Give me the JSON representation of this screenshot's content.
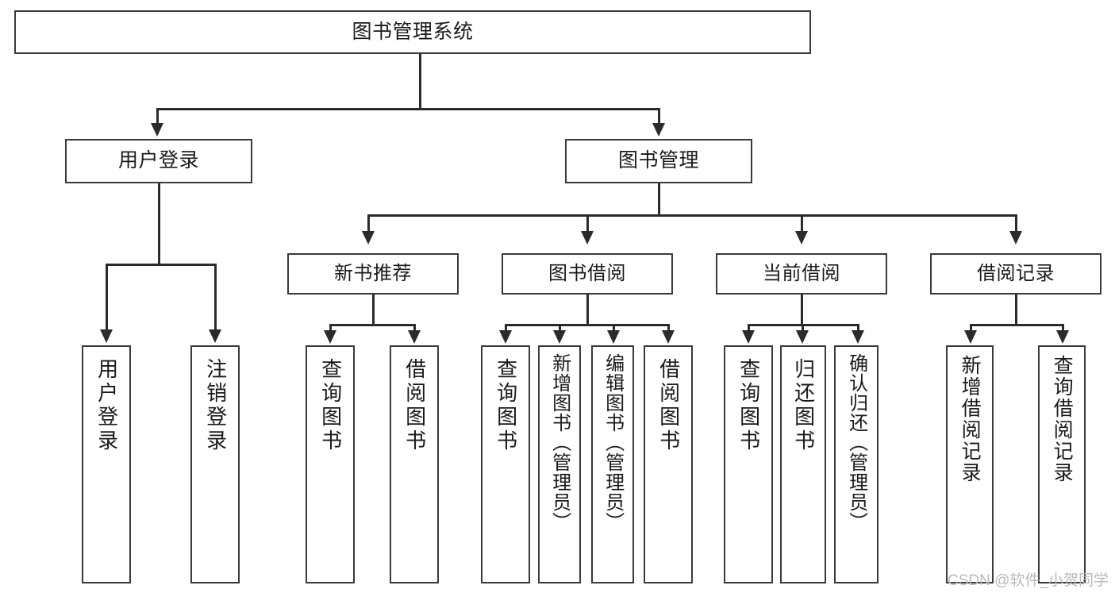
{
  "diagram": {
    "title": "图书管理系统",
    "root": {
      "label": "图书管理系统"
    },
    "level1": [
      {
        "label": "用户登录"
      },
      {
        "label": "图书管理"
      }
    ],
    "level2": [
      {
        "label": "新书推荐"
      },
      {
        "label": "图书借阅"
      },
      {
        "label": "当前借阅"
      },
      {
        "label": "借阅记录"
      }
    ],
    "leaves": {
      "user_login": [
        {
          "label": "用户登录"
        },
        {
          "label": "注销登录"
        }
      ],
      "new_book_recommend": [
        {
          "label": "查询图书"
        },
        {
          "label": "借阅图书"
        }
      ],
      "book_borrow": [
        {
          "label": "查询图书"
        },
        {
          "label": "新增图书（管理员）"
        },
        {
          "label": "编辑图书（管理员）"
        },
        {
          "label": "借阅图书"
        }
      ],
      "current_borrow": [
        {
          "label": "查询图书"
        },
        {
          "label": "归还图书"
        },
        {
          "label": "确认归还（管理员）"
        }
      ],
      "borrow_record": [
        {
          "label": "新增借阅记录"
        },
        {
          "label": "查询借阅记录"
        }
      ]
    }
  },
  "watermark": {
    "text": "CSDN @软件_小贺同学"
  },
  "colors": {
    "box_border": "#3a3a3a",
    "line": "#2b2b2b",
    "text": "#1a1a1a",
    "background": "#ffffff",
    "watermark": "#b9b9b9"
  }
}
